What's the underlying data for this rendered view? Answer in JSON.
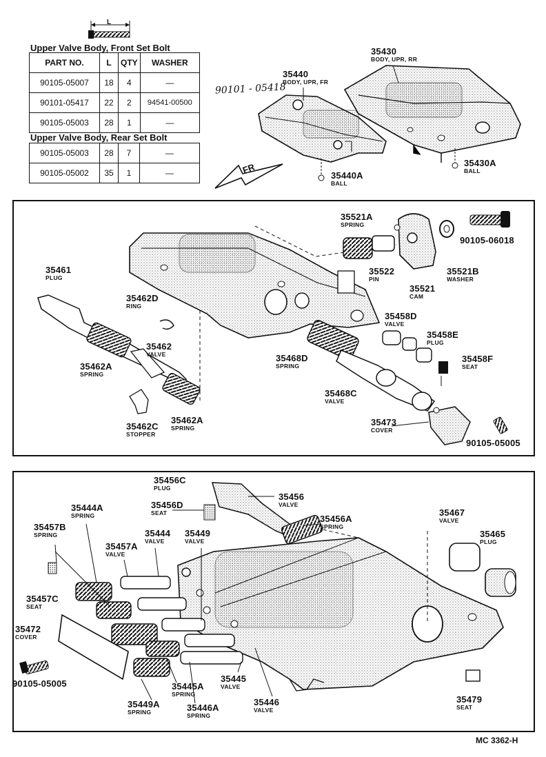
{
  "bolt_dimension_label": "L",
  "table_front": {
    "title": "Upper Valve Body, Front Set Bolt",
    "headers": [
      "PART NO.",
      "L",
      "QTY",
      "WASHER"
    ],
    "rows": [
      [
        "90105-05007",
        "18",
        "4",
        "—"
      ],
      [
        "90101-05417",
        "22",
        "2",
        "94541-00500"
      ],
      [
        "90105-05003",
        "28",
        "1",
        "—"
      ]
    ]
  },
  "table_rear": {
    "title": "Upper Valve Body, Rear Set Bolt",
    "rows": [
      [
        "90105-05003",
        "28",
        "7",
        "—"
      ],
      [
        "90105-05002",
        "35",
        "1",
        "—"
      ]
    ]
  },
  "handwritten_note": "90101 - 05418",
  "direction_label": "FR",
  "labels": {
    "p35430": {
      "num": "35430",
      "desc": "BODY, UPR, RR"
    },
    "p35440": {
      "num": "35440",
      "desc": "BODY, UPR, FR"
    },
    "p35440A": {
      "num": "35440A",
      "desc": "BALL"
    },
    "p35430A": {
      "num": "35430A",
      "desc": "BALL"
    },
    "p35521A": {
      "num": "35521A",
      "desc": "SPRING"
    },
    "p90105_06018": {
      "num": "90105-06018",
      "desc": ""
    },
    "p35522": {
      "num": "35522",
      "desc": "PIN"
    },
    "p35521B": {
      "num": "35521B",
      "desc": "WASHER"
    },
    "p35521": {
      "num": "35521",
      "desc": "CAM"
    },
    "p35461": {
      "num": "35461",
      "desc": "PLUG"
    },
    "p35462D": {
      "num": "35462D",
      "desc": "RING"
    },
    "p35458D": {
      "num": "35458D",
      "desc": "VALVE"
    },
    "p35458E": {
      "num": "35458E",
      "desc": "PLUG"
    },
    "p35462": {
      "num": "35462",
      "desc": "VALVE"
    },
    "p35468D": {
      "num": "35468D",
      "desc": "SPRING"
    },
    "p35458F": {
      "num": "35458F",
      "desc": "SEAT"
    },
    "p35462A_1": {
      "num": "35462A",
      "desc": "SPRING"
    },
    "p35468C": {
      "num": "35468C",
      "desc": "VALVE"
    },
    "p35473": {
      "num": "35473",
      "desc": "COVER"
    },
    "p35462C": {
      "num": "35462C",
      "desc": "STOPPER"
    },
    "p35462A_2": {
      "num": "35462A",
      "desc": "SPRING"
    },
    "p90105_05005a": {
      "num": "90105-05005",
      "desc": ""
    },
    "p35456C": {
      "num": "35456C",
      "desc": "PLUG"
    },
    "p35456D": {
      "num": "35456D",
      "desc": "SEAT"
    },
    "p35456": {
      "num": "35456",
      "desc": "VALVE"
    },
    "p35444A": {
      "num": "35444A",
      "desc": "SPRING"
    },
    "p35456A": {
      "num": "35456A",
      "desc": "SPRING"
    },
    "p35467": {
      "num": "35467",
      "desc": "VALVE"
    },
    "p35457B": {
      "num": "35457B",
      "desc": "SPRING"
    },
    "p35444": {
      "num": "35444",
      "desc": "VALVE"
    },
    "p35449": {
      "num": "35449",
      "desc": "VALVE"
    },
    "p35465": {
      "num": "35465",
      "desc": "PLUG"
    },
    "p35457A": {
      "num": "35457A",
      "desc": "VALVE"
    },
    "p35457C": {
      "num": "35457C",
      "desc": "SEAT"
    },
    "p35472": {
      "num": "35472",
      "desc": "COVER"
    },
    "p90105_05005b": {
      "num": "90105-05005",
      "desc": ""
    },
    "p35445": {
      "num": "35445",
      "desc": "VALVE"
    },
    "p35445A": {
      "num": "35445A",
      "desc": "SPRING"
    },
    "p35446": {
      "num": "35446",
      "desc": "VALVE"
    },
    "p35449A": {
      "num": "35449A",
      "desc": "SPRING"
    },
    "p35446A": {
      "num": "35446A",
      "desc": "SPRING"
    },
    "p35479": {
      "num": "35479",
      "desc": "SEAT"
    }
  },
  "figure_code": "MC 3362-H"
}
